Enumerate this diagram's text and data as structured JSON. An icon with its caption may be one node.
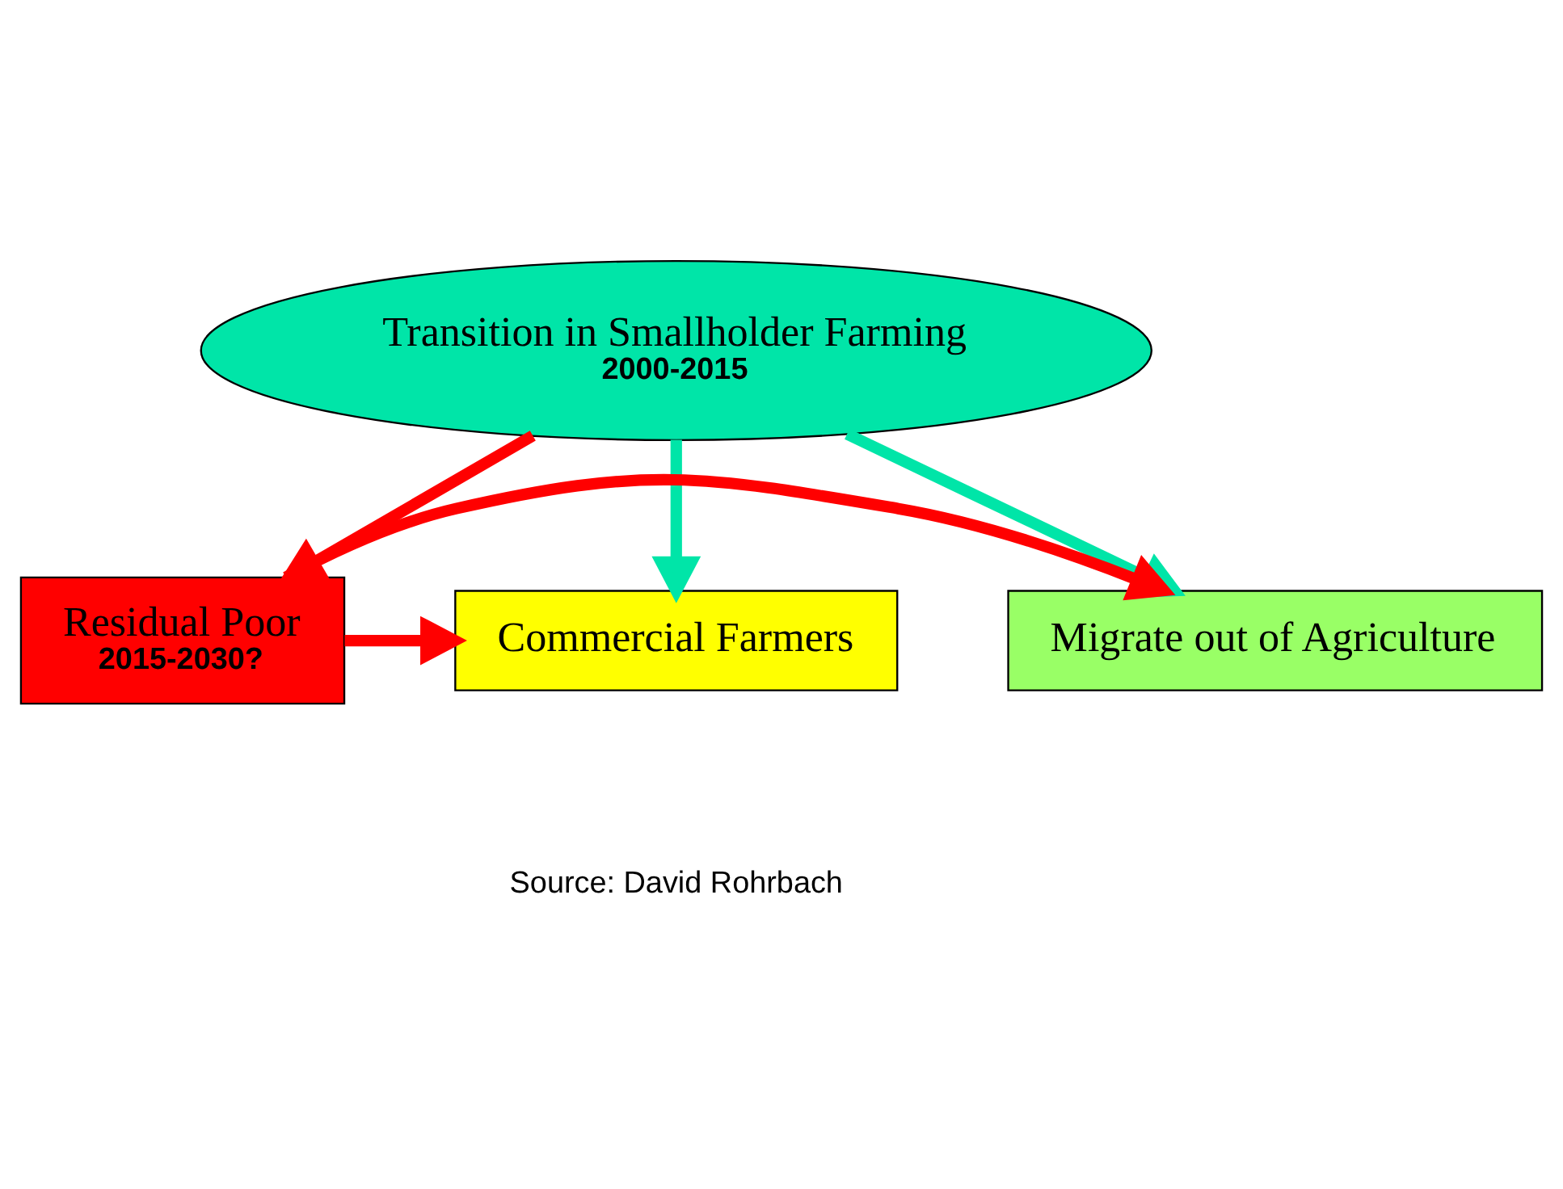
{
  "diagram": {
    "nodes": [
      {
        "text": [
          "Transition in Smallholder Farming",
          "2000-2015"
        ]
      },
      {
        "text": [
          "Migrate out of Agriculture"
        ]
      },
      {
        "text": [
          "Residual Poor",
          "2015-2030?"
        ]
      },
      {
        "text": [
          "Commercial Farmers"
        ]
      }
    ],
    "edges": [
      {
        "from": 0,
        "to": 1,
        "arrow": "to",
        "color": "#00e5a8"
      },
      {
        "from": 0,
        "to": 2,
        "arrow": "to"
      },
      {
        "from": 0,
        "to": 3,
        "arrow": "to",
        "color": "#00e5a8"
      },
      {
        "from": 2,
        "to": 1,
        "arrow": "to"
      },
      {
        "from": 2,
        "to": 3,
        "arrow": "to"
      }
    ],
    "labels": [
      "Source: David Rohrbach"
    ]
  }
}
